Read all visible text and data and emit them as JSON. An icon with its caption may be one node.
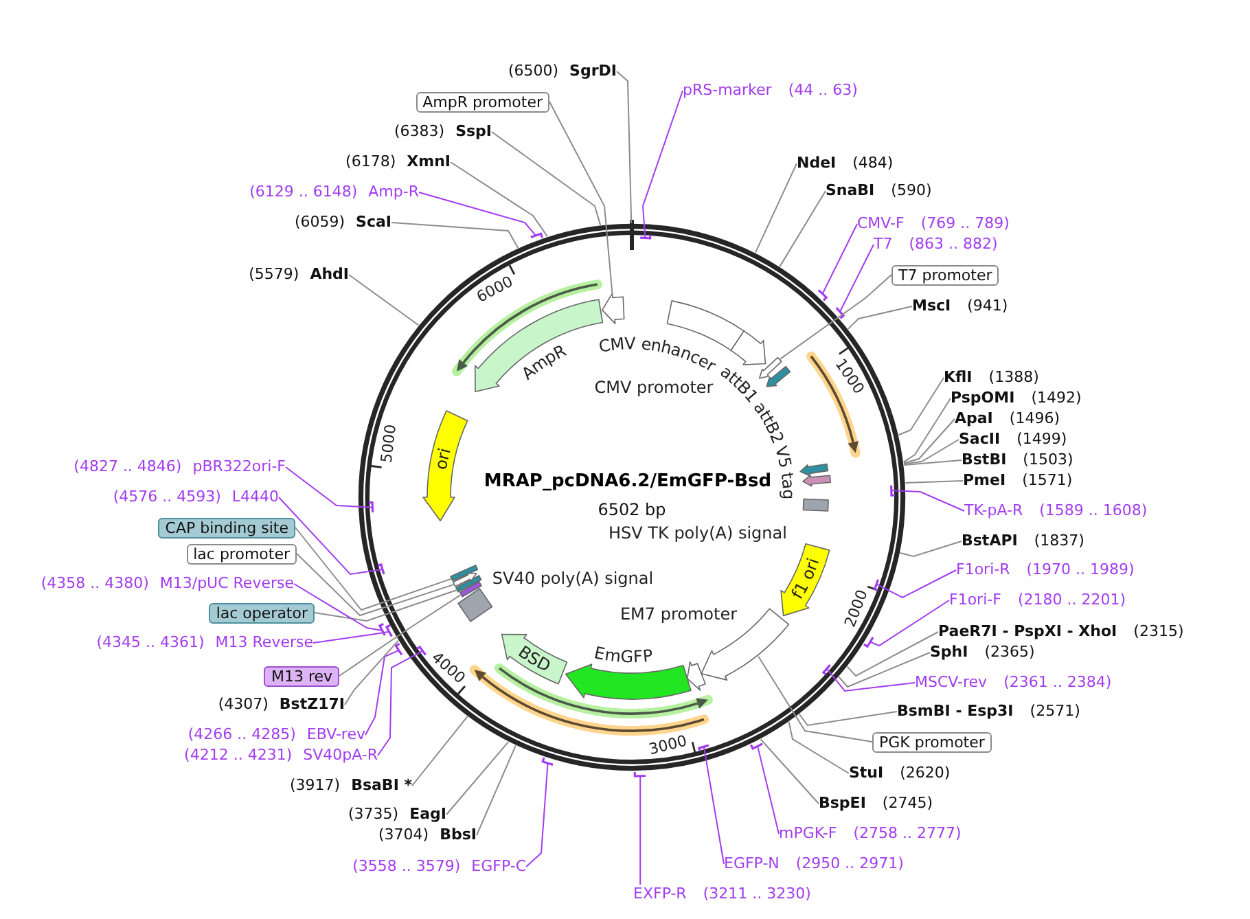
{
  "diagram": {
    "title": "MRAP_pcDNA6.2/EmGFP-Bsd",
    "nodes": [
      {
        "text": [
          "(6500)",
          "SgrDI"
        ]
      },
      {
        "text": [
          "pRS-marker",
          "(44 .. 63)"
        ]
      },
      {
        "text": [
          "NdeI",
          "(484)"
        ]
      },
      {
        "text": [
          "SnaBI",
          "(590)"
        ]
      },
      {
        "text": [
          "CMV-F",
          "(769 .. 789)"
        ]
      },
      {
        "text": [
          "T7",
          "(863 .. 882)"
        ]
      },
      {
        "text": [
          "T7 promoter"
        ]
      },
      {
        "text": [
          "MscI",
          "(941)"
        ]
      },
      {
        "text": [
          "KflI",
          "(1388)"
        ]
      },
      {
        "text": [
          "PspOMI",
          "(1492)"
        ]
      },
      {
        "text": [
          "ApaI",
          "(1496)"
        ]
      },
      {
        "text": [
          "SacII",
          "(1499)"
        ]
      },
      {
        "text": [
          "BstBI",
          "(1503)"
        ]
      },
      {
        "text": [
          "PmeI",
          "(1571)"
        ]
      },
      {
        "text": [
          "TK-pA-R",
          "(1589 .. 1608)"
        ]
      },
      {
        "text": [
          "BstAPI",
          "(1837)"
        ]
      },
      {
        "text": [
          "F1ori-R",
          "(1970 .. 1989)"
        ]
      },
      {
        "text": [
          "F1ori-F",
          "(2180 .. 2201)"
        ]
      },
      {
        "text": [
          "PaeR7I - PspXI - XhoI",
          "(2315)"
        ]
      },
      {
        "text": [
          "SphI",
          "(2365)"
        ]
      },
      {
        "text": [
          "MSCV-rev",
          "(2361 .. 2384)"
        ]
      },
      {
        "text": [
          "BsmBI - Esp3I",
          "(2571)"
        ]
      },
      {
        "text": [
          "PGK promoter"
        ]
      },
      {
        "text": [
          "StuI",
          "(2620)"
        ]
      },
      {
        "text": [
          "BspEI",
          "(2745)"
        ]
      },
      {
        "text": [
          "mPGK-F",
          "(2758 .. 2777)"
        ]
      },
      {
        "text": [
          "EGFP-N",
          "(2950 .. 2971)"
        ]
      },
      {
        "text": [
          "EXFP-R",
          "(3211 .. 3230)"
        ]
      },
      {
        "text": [
          "(3558 .. 3579)",
          "EGFP-C"
        ]
      },
      {
        "text": [
          "(3704)",
          "BbsI"
        ]
      },
      {
        "text": [
          "(3735)",
          "EagI"
        ]
      },
      {
        "text": [
          "(3917)",
          "BsaBI *"
        ]
      },
      {
        "text": [
          "(4212 .. 4231)",
          "SV40pA-R"
        ]
      },
      {
        "text": [
          "(4266 .. 4285)",
          "EBV-rev"
        ]
      },
      {
        "text": [
          "(4307)",
          "BstZ17I"
        ]
      },
      {
        "text": [
          "M13 rev"
        ]
      },
      {
        "text": [
          "(4345 .. 4361)",
          "M13 Reverse"
        ]
      },
      {
        "text": [
          "lac operator"
        ]
      },
      {
        "text": [
          "(4358 .. 4380)",
          "M13/pUC Reverse"
        ]
      },
      {
        "text": [
          "lac promoter"
        ]
      },
      {
        "text": [
          "CAP binding site"
        ]
      },
      {
        "text": [
          "(4576 .. 4593)",
          "L4440"
        ]
      },
      {
        "text": [
          "(4827 .. 4846)",
          "pBR322ori-F"
        ]
      },
      {
        "text": [
          "(5579)",
          "AhdI"
        ]
      },
      {
        "text": [
          "(6059)",
          "ScaI"
        ]
      },
      {
        "text": [
          "(6129 .. 6148)",
          "Amp-R"
        ]
      },
      {
        "text": [
          "(6178)",
          "XmnI"
        ]
      },
      {
        "text": [
          "(6383)",
          "SspI"
        ]
      },
      {
        "text": [
          "AmpR promoter"
        ]
      },
      {
        "text": [
          "CMV enhancer"
        ]
      },
      {
        "text": [
          "CMV promoter"
        ]
      },
      {
        "text": [],
        "shape": "arrow"
      },
      {
        "text": [
          "attB1"
        ]
      },
      {
        "text": [
          "attB2"
        ]
      },
      {
        "text": [
          "V5 tag"
        ]
      },
      {
        "text": [
          "HSV TK poly(A) signal"
        ]
      },
      {
        "text": [
          "f1 ori"
        ]
      },
      {
        "text": [],
        "shape": "arrow"
      },
      {
        "text": [
          "EM7 promoter"
        ]
      },
      {
        "text": [
          "EmGFP"
        ]
      },
      {
        "text": [
          "BSD"
        ]
      },
      {
        "text": [
          "SV40 poly(A) signal"
        ]
      },
      {
        "text": [],
        "shape": "bar"
      },
      {
        "text": [],
        "shape": "bar"
      },
      {
        "text": [],
        "shape": "arrow"
      },
      {
        "text": [],
        "shape": "bar"
      },
      {
        "text": [
          "ori"
        ]
      },
      {
        "text": [
          "AmpR"
        ]
      },
      {
        "text": [],
        "shape": "arrow"
      }
    ],
    "edges": [
      {
        "from": 0,
        "to": null,
        "arrow": "none"
      },
      {
        "from": 1,
        "to": null,
        "arrow": "none",
        "color": "#a23cf0"
      },
      {
        "from": 2,
        "to": null,
        "arrow": "none"
      },
      {
        "from": 3,
        "to": null,
        "arrow": "none"
      },
      {
        "from": 4,
        "to": null,
        "arrow": "none",
        "color": "#a23cf0"
      },
      {
        "from": 5,
        "to": null,
        "arrow": "none",
        "color": "#a23cf0"
      },
      {
        "from": 6,
        "to": 51,
        "arrow": "none"
      },
      {
        "from": 7,
        "to": null,
        "arrow": "none"
      },
      {
        "from": 8,
        "to": null,
        "arrow": "none"
      },
      {
        "from": 9,
        "to": null,
        "arrow": "none"
      },
      {
        "from": 10,
        "to": null,
        "arrow": "none"
      },
      {
        "from": 11,
        "to": null,
        "arrow": "none"
      },
      {
        "from": 12,
        "to": null,
        "arrow": "none"
      },
      {
        "from": 13,
        "to": null,
        "arrow": "none"
      },
      {
        "from": 14,
        "to": null,
        "arrow": "none",
        "color": "#a23cf0"
      },
      {
        "from": 15,
        "to": null,
        "arrow": "none"
      },
      {
        "from": 16,
        "to": null,
        "arrow": "none",
        "color": "#a23cf0"
      },
      {
        "from": 17,
        "to": null,
        "arrow": "none",
        "color": "#a23cf0"
      },
      {
        "from": 18,
        "to": null,
        "arrow": "none"
      },
      {
        "from": 19,
        "to": null,
        "arrow": "none"
      },
      {
        "from": 20,
        "to": null,
        "arrow": "none",
        "color": "#a23cf0"
      },
      {
        "from": 21,
        "to": null,
        "arrow": "none"
      },
      {
        "from": 22,
        "to": 57,
        "arrow": "none"
      },
      {
        "from": 23,
        "to": null,
        "arrow": "none"
      },
      {
        "from": 24,
        "to": null,
        "arrow": "none"
      },
      {
        "from": 25,
        "to": null,
        "arrow": "none",
        "color": "#a23cf0"
      },
      {
        "from": 26,
        "to": null,
        "arrow": "none",
        "color": "#a23cf0"
      },
      {
        "from": 27,
        "to": null,
        "arrow": "none",
        "color": "#a23cf0"
      },
      {
        "from": 28,
        "to": null,
        "arrow": "none",
        "color": "#a23cf0"
      },
      {
        "from": 29,
        "to": null,
        "arrow": "none"
      },
      {
        "from": 30,
        "to": null,
        "arrow": "none"
      },
      {
        "from": 31,
        "to": null,
        "arrow": "none"
      },
      {
        "from": 32,
        "to": null,
        "arrow": "none",
        "color": "#a23cf0"
      },
      {
        "from": 33,
        "to": null,
        "arrow": "none",
        "color": "#a23cf0"
      },
      {
        "from": 34,
        "to": null,
        "arrow": "none"
      },
      {
        "from": 35,
        "to": 62,
        "arrow": "none"
      },
      {
        "from": 36,
        "to": null,
        "arrow": "none",
        "color": "#a23cf0"
      },
      {
        "from": 37,
        "to": 63,
        "arrow": "none"
      },
      {
        "from": 38,
        "to": null,
        "arrow": "none",
        "color": "#a23cf0"
      },
      {
        "from": 39,
        "to": 64,
        "arrow": "none"
      },
      {
        "from": 40,
        "to": 65,
        "arrow": "none"
      },
      {
        "from": 41,
        "to": null,
        "arrow": "none",
        "color": "#a23cf0"
      },
      {
        "from": 42,
        "to": null,
        "arrow": "none",
        "color": "#a23cf0"
      },
      {
        "from": 43,
        "to": null,
        "arrow": "none"
      },
      {
        "from": 44,
        "to": null,
        "arrow": "none"
      },
      {
        "from": 45,
        "to": null,
        "arrow": "none",
        "color": "#a23cf0"
      },
      {
        "from": 46,
        "to": null,
        "arrow": "none"
      },
      {
        "from": 47,
        "to": null,
        "arrow": "none"
      },
      {
        "from": 48,
        "to": 68,
        "arrow": "none"
      }
    ],
    "labels": [
      "6502 bp",
      "1000",
      "2000",
      "3000",
      "4000",
      "5000",
      "6000"
    ]
  }
}
